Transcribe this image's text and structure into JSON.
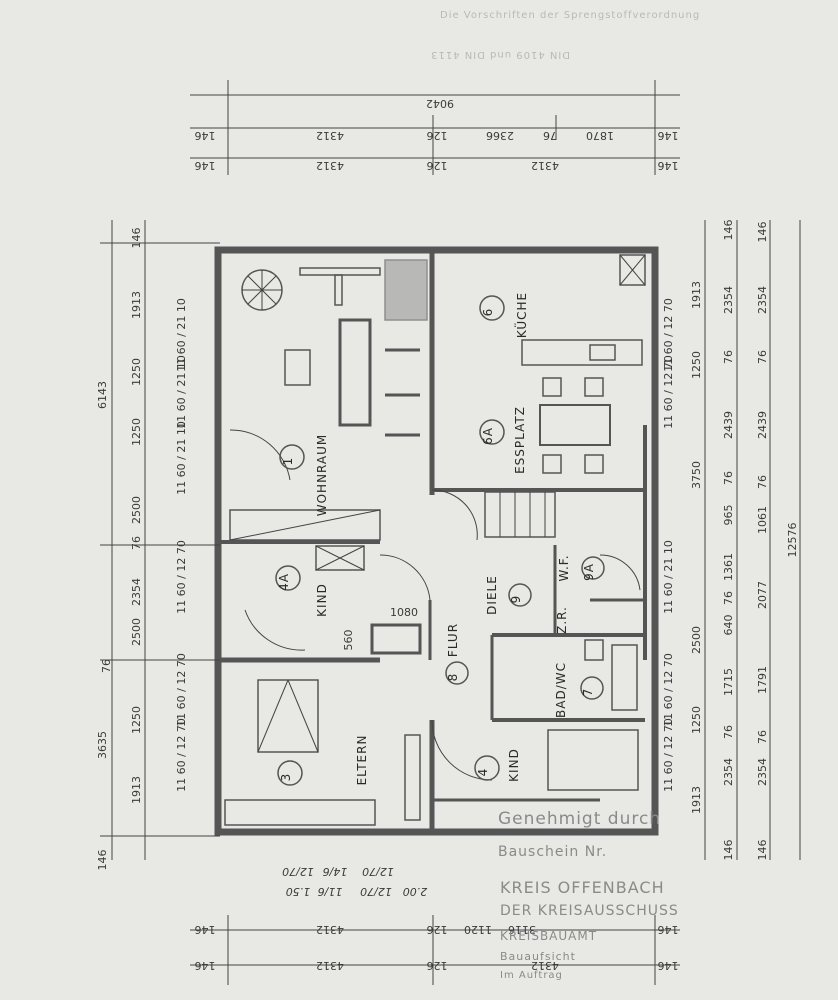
{
  "top_dims": {
    "overall": "9042",
    "row1": [
      "146",
      "4312",
      "126",
      "2366",
      "76",
      "1870",
      "146"
    ],
    "row2": [
      "146",
      "4312",
      "126",
      "4312",
      "146"
    ]
  },
  "bottom_dims": {
    "row1": [
      "146",
      "4312",
      "126",
      "1120",
      "3116",
      "146"
    ],
    "row2": [
      "146",
      "4312",
      "126",
      "4312",
      "146"
    ],
    "handwritten": [
      "12/70",
      "14/6",
      "12/70",
      "1.50",
      "11/6",
      "12/70",
      "2.00"
    ]
  },
  "left_dims": {
    "totals": [
      "6143",
      "3635"
    ],
    "segments": [
      "146",
      "1913",
      "1250",
      "1250",
      "2500",
      "76",
      "2354",
      "2500",
      "76",
      "1250",
      "1913",
      "146"
    ],
    "openings": [
      "11 60 / 21 10",
      "11 60 / 21 10",
      "11 60 / 21 10",
      "11 60 / 12 70",
      "11 60 / 12 70",
      "11 60 / 12 70"
    ]
  },
  "right_dims": {
    "total": "12576",
    "col1": [
      "146",
      "2354",
      "76",
      "2439",
      "76",
      "965",
      "1361",
      "76",
      "640",
      "1715",
      "76",
      "2354",
      "146"
    ],
    "col2": [
      "146",
      "2354",
      "76",
      "2439",
      "3750",
      "76",
      "1061",
      "2077",
      "1791",
      "76",
      "2354",
      "146"
    ],
    "col3": [
      "1913",
      "1250",
      "2500",
      "1250",
      "1913"
    ],
    "openings": [
      "11 60 / 12 70",
      "11 60 / 12 70",
      "11 60 / 21 10",
      "11 60 / 12 70",
      "11 60 / 12 70"
    ]
  },
  "rooms": [
    {
      "num": "1",
      "name": "WOHNRAUM"
    },
    {
      "num": "4A",
      "name": "KIND"
    },
    {
      "num": "6",
      "name": "KÜCHE"
    },
    {
      "num": "6A",
      "name": "ESSPLATZ"
    },
    {
      "num": "9",
      "name": "DIELE"
    },
    {
      "num": "9A",
      "name": "W.F."
    },
    {
      "num": "8",
      "name": "FLUR"
    },
    {
      "num": "",
      "name": "Z.R."
    },
    {
      "num": "7",
      "name": "BAD/WC"
    },
    {
      "num": "4",
      "name": "KIND"
    },
    {
      "num": "3",
      "name": "ELTERN"
    }
  ],
  "interior_labels": [
    "1080",
    "560"
  ],
  "stamp": {
    "line1": "Genehmigt durch",
    "line2": "Bauschein Nr.",
    "line3": "KREIS OFFENBACH",
    "line4": "DER KREISAUSSCHUSS",
    "line5": "KREISBAUAMT",
    "line6": "Bauaufsicht",
    "line7": "Im Auftrag"
  },
  "faint_top_text": [
    "Die Vorschriften der Sprengstoffverordnung",
    "DIN 4109 und DIN 4113"
  ]
}
